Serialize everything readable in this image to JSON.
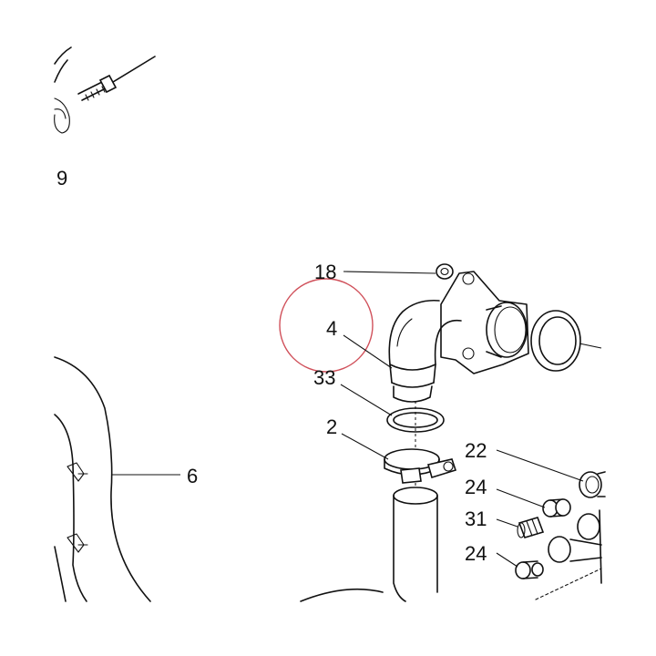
{
  "labels": {
    "p9": "9",
    "p18": "18",
    "p4": "4",
    "p33": "33",
    "p2": "2",
    "p6": "6",
    "p22": "22",
    "p24a": "24",
    "p31": "31",
    "p24b": "24"
  },
  "colors": {
    "line": "#111111",
    "highlight_circle": "#d0505a",
    "background": "#ffffff"
  }
}
